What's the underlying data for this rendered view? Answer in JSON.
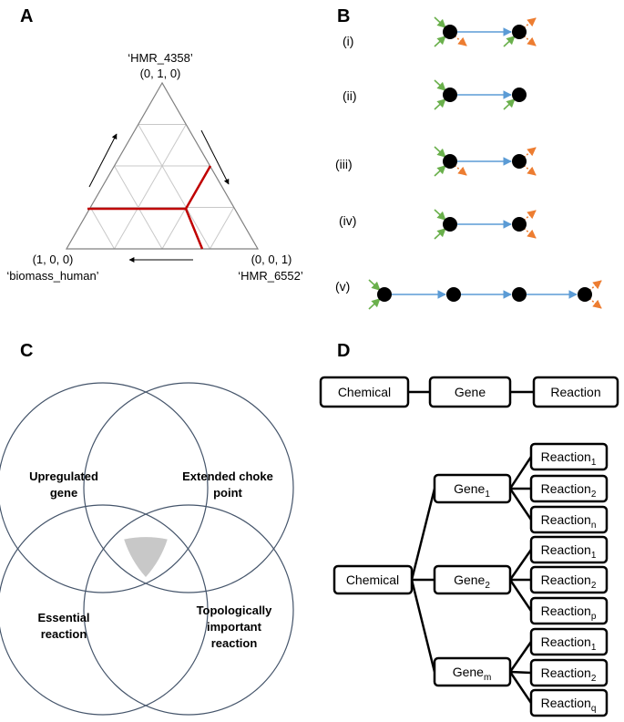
{
  "panels": {
    "a": "A",
    "b": "B",
    "c": "C",
    "d": "D"
  },
  "ternary": {
    "top_name": "‘HMR_4358’",
    "top_coord": "(0, 1, 0)",
    "left_coord": "(1, 0, 0)",
    "left_name": "‘biomass_human’",
    "right_coord": "(0, 0, 1)",
    "right_name": "‘HMR_6552’",
    "colors": {
      "grid": "#c8c8c8",
      "outline": "#808080",
      "highlight": "#c00000",
      "arrow": "#000000"
    }
  },
  "pathways": {
    "labels": [
      "(i)",
      "(ii)",
      "(iii)",
      "(iv)",
      "(v)"
    ],
    "colors": {
      "input": "#6ab04c",
      "output": "#ed7d31",
      "flow": "#5b9bd5",
      "node": "#000000"
    }
  },
  "venn": {
    "sets": [
      {
        "line1": "Upregulated",
        "line2": "gene"
      },
      {
        "line1": "Extended choke",
        "line2": "point"
      },
      {
        "line1": "Essential",
        "line2": "reaction"
      },
      {
        "line1": "Topologically",
        "line2": "important",
        "line3": "reaction"
      }
    ],
    "colors": {
      "circle": "#44546a",
      "overlap": "#c8c8c8"
    }
  },
  "network": {
    "top_chain": [
      "Chemical",
      "Gene",
      "Reaction"
    ],
    "root": "Chemical",
    "genes": [
      {
        "name": "Gene",
        "sub": "1",
        "reactions": [
          {
            "name": "Reaction",
            "sub": "1"
          },
          {
            "name": "Reaction",
            "sub": "2"
          },
          {
            "name": "Reaction",
            "sub": "n"
          }
        ]
      },
      {
        "name": "Gene",
        "sub": "2",
        "reactions": [
          {
            "name": "Reaction",
            "sub": "1"
          },
          {
            "name": "Reaction",
            "sub": "2"
          },
          {
            "name": "Reaction",
            "sub": "p"
          }
        ]
      },
      {
        "name": "Gene",
        "sub": "m",
        "reactions": [
          {
            "name": "Reaction",
            "sub": "1"
          },
          {
            "name": "Reaction",
            "sub": "2"
          },
          {
            "name": "Reaction",
            "sub": "q"
          }
        ]
      }
    ]
  }
}
